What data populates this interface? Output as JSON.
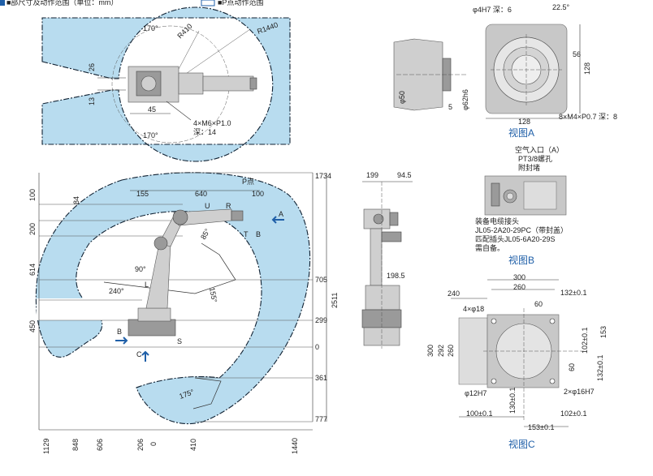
{
  "header": {
    "left_text": "■部尺寸及动作范围（单位：mm）",
    "right_text": "■P点动作范围"
  },
  "top_view": {
    "angle_left": "170°",
    "angle_right": "170°",
    "r_inner": "R410",
    "r_outer": "R1440",
    "dim_26": "26",
    "dim_13": "13",
    "dim_45": "45",
    "bolt_line1": "4×M6×P1.0",
    "bolt_line2": "深：14"
  },
  "view_a": {
    "hole": "φ4H7 深：6",
    "angle": "22.5°",
    "d50": "φ50",
    "d5": "5",
    "d62": "φ62h6",
    "d56": "56",
    "d128w": "128",
    "d128h": "128",
    "bolts": "8×M4×P0.7 深：8",
    "caption": "视图A"
  },
  "view_b": {
    "air1": "空气入口（A）",
    "air2": "PT3/8螺孔",
    "air3": "附封堵",
    "con1": "装备电缆接头",
    "con2": "JL05-2A20-29PC（带封盖）",
    "con3": "匹配插头JL05-6A20-29S",
    "con4": "需自备。",
    "caption": "视图B"
  },
  "view_c": {
    "d300": "300",
    "d260": "260",
    "d240": "240",
    "d132a": "132±0.1",
    "d60a": "60",
    "d4x18": "4×φ18",
    "d153": "153",
    "d102a": "102±0.1",
    "d60b": "60",
    "d132b": "132±0.1",
    "d300v": "300",
    "d292": "292",
    "d260v": "260",
    "d12h7": "φ12H7",
    "d130": "130±0.1",
    "d2x16": "2×φ16H7",
    "d100": "100±0.1",
    "d102b": "102±0.1",
    "d153b": "153±0.1",
    "caption": "视图C"
  },
  "side_view": {
    "d155": "155",
    "d640": "640",
    "p_point": "P点",
    "d100": "100",
    "u": "U",
    "r": "R",
    "t": "T",
    "b": "B",
    "a_arrow": "A",
    "angle85": "85°",
    "angle90": "90°",
    "l": "L",
    "angle240": "240°",
    "angle155": "155°",
    "s": "S",
    "b_arrow": "B",
    "c_arrow": "C",
    "angle175": "175°",
    "left_dims": [
      "100",
      "84",
      "200",
      "614",
      "450"
    ],
    "right_dims": [
      "1734",
      "705",
      "299",
      "0",
      "361",
      "777",
      "2511"
    ],
    "bottom_dims": [
      "1129",
      "848",
      "606",
      "206",
      "0",
      "410",
      "1440"
    ]
  },
  "front_view": {
    "d199": "199",
    "d94": "94.5",
    "d198": "198.5"
  }
}
